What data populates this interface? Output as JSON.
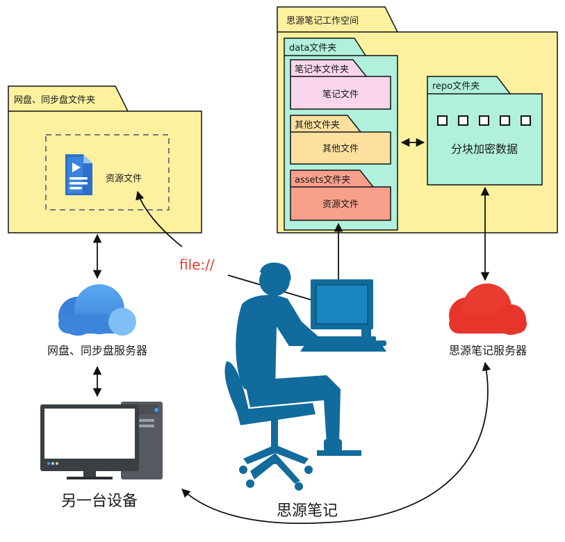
{
  "netdisk_folder": {
    "tab_label": "网盘、同步盘文件夹",
    "file_label": "资源文件"
  },
  "workspace": {
    "tab_label": "思源笔记工作空间",
    "data_folder": {
      "tab_label": "data文件夹",
      "notebook": {
        "tab_label": "笔记本文件夹",
        "body_label": "笔记文件"
      },
      "other": {
        "tab_label": "其他文件夹",
        "body_label": "其他文件"
      },
      "assets": {
        "tab_label": "assets文件夹",
        "body_label": "资源文件"
      }
    },
    "repo_folder": {
      "tab_label": "repo文件夹",
      "body_label": "分块加密数据",
      "block_count": 5
    }
  },
  "file_link_label": "file://",
  "netdisk_server_label": "网盘、同步盘服务器",
  "siyuan_server_label": "思源笔记服务器",
  "other_device_label": "另一台设备",
  "user_label": "思源笔记",
  "colors": {
    "folder_yellow": "#fdf1a0",
    "data_green": "#b0f0dc",
    "notebook_pink": "#f9d5ec",
    "other_orange": "#fde0a0",
    "assets_red": "#f9a08c",
    "link_red": "#e63c2e",
    "cloud_blue": "#4a90e2",
    "cloud_red": "#e8352b",
    "person_blue": "#116b9c"
  }
}
